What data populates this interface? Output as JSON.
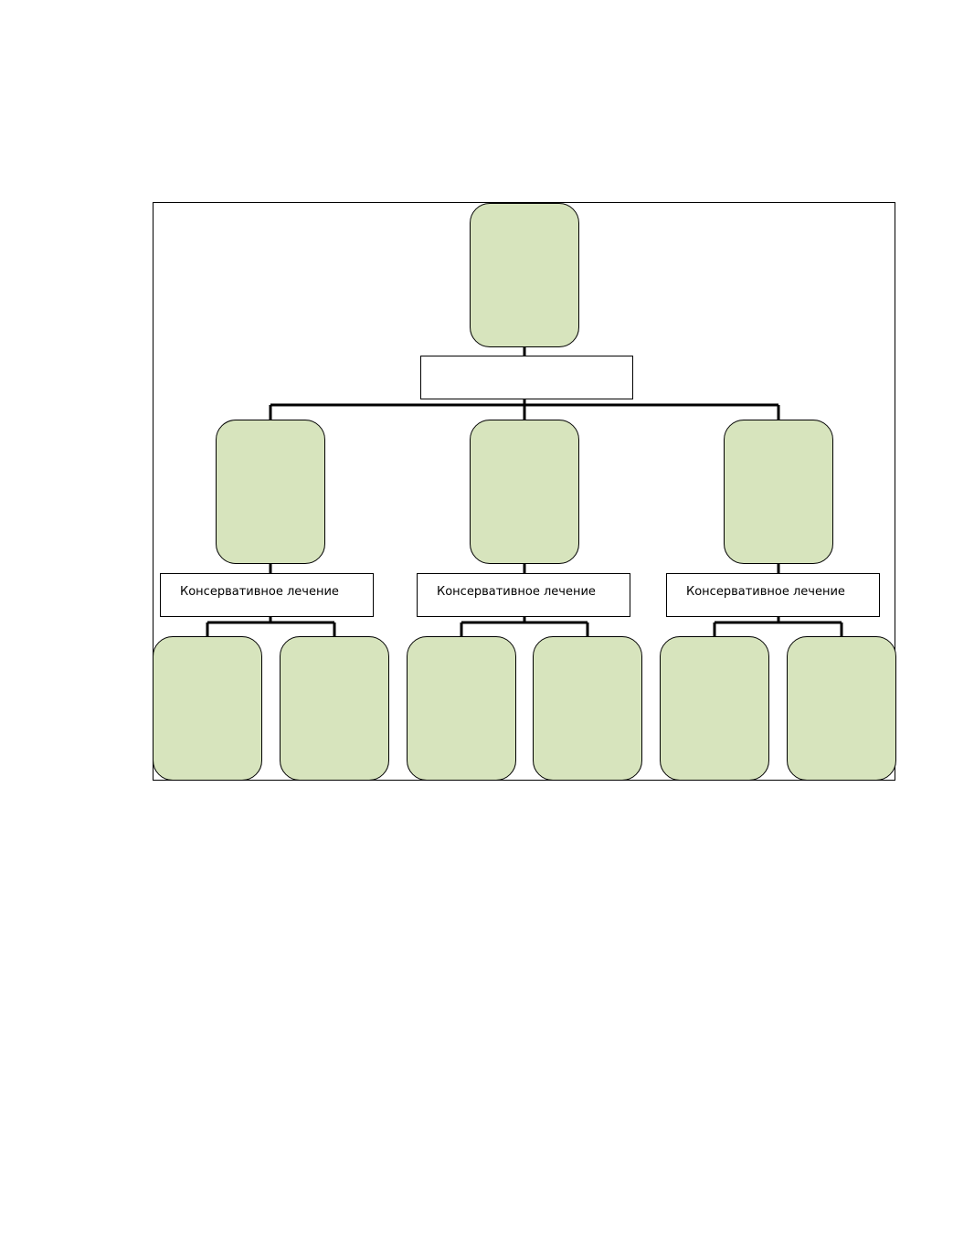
{
  "colors": {
    "node_fill": "#d7e4bd",
    "border": "#000000",
    "background": "#ffffff"
  },
  "diagram": {
    "root_label": "",
    "branches": [
      {
        "label": "Консервативное лечение"
      },
      {
        "label": "Консервативное лечение"
      },
      {
        "label": "Консервативное лечение"
      }
    ]
  }
}
